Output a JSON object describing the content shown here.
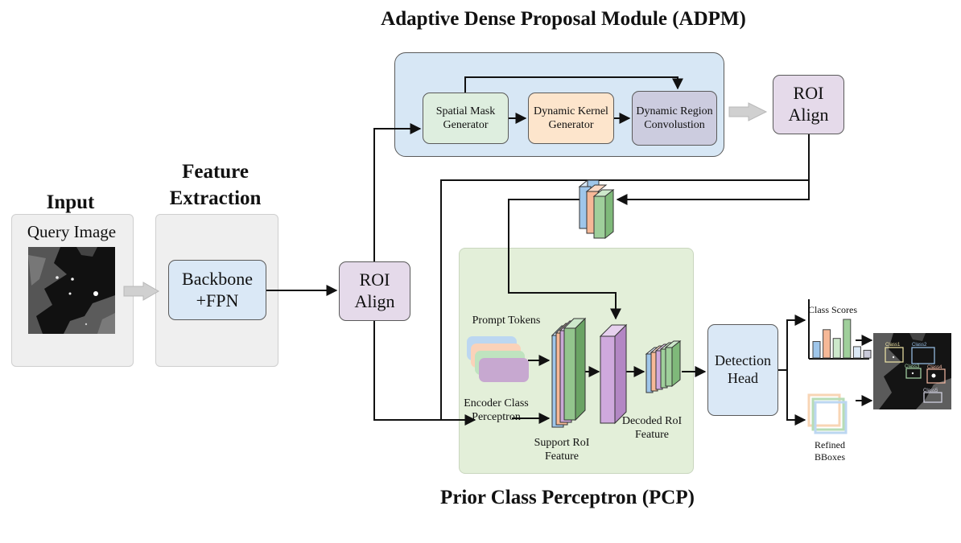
{
  "titles": {
    "adpm": "Adaptive Dense Proposal Module (ADPM)",
    "feature_extraction": "Feature Extraction",
    "input": "Input",
    "pcp": "Prior Class Perceptron (PCP)"
  },
  "input": {
    "query_image": "Query Image"
  },
  "backbone": {
    "label": "Backbone +FPN"
  },
  "roi_align_left": {
    "label": "ROI Align"
  },
  "roi_align_right": {
    "label": "ROI Align"
  },
  "adpm": {
    "spatial_mask": "Spatial Mask Generator",
    "dynamic_kernel": "Dynamic Kernel Generator",
    "dynamic_region": "Dynamic Region Convolustion"
  },
  "pcp": {
    "prompt_tokens": "Prompt Tokens",
    "encoder": "Encoder Class Perceptron",
    "support_roi": "Support RoI Feature",
    "decoded_roi": "Decoded RoI Feature"
  },
  "detection_head": {
    "label": "Detection Head"
  },
  "outputs": {
    "class_scores": "Class Scores",
    "refined_bboxes": "Refined BBoxes",
    "bar_values": [
      0.32,
      0.55,
      0.38,
      0.75,
      0.22,
      0.15
    ],
    "detections": [
      "Class1",
      "Class2",
      "Class3",
      "Class4",
      "Class5"
    ]
  },
  "colors": {
    "gray_panel": "#efefef",
    "blue_box": "#dae8f6",
    "purple_box": "#e5daea",
    "adpm_panel": "#d7e7f5",
    "green_box": "#deeedf",
    "orange_box": "#fde5cc",
    "lavender_box": "#ccccdf",
    "pcp_panel": "#e3efd9"
  }
}
